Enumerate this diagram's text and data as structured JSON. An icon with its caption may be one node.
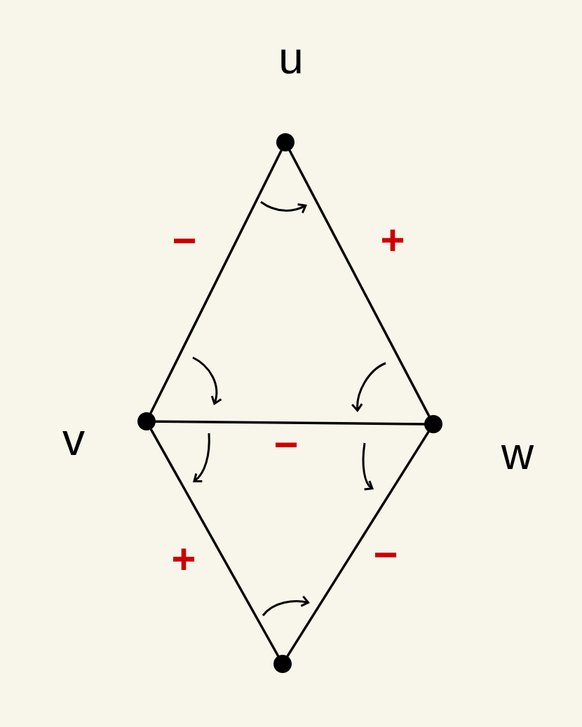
{
  "diagram": {
    "nodes": [
      {
        "text": [],
        "shape": "circle",
        "beside": [
          "u"
        ]
      },
      {
        "text": [],
        "shape": "circle",
        "beside": [
          "v"
        ]
      },
      {
        "text": [],
        "shape": "circle",
        "beside": [
          "w"
        ]
      },
      {
        "text": [],
        "shape": "circle"
      }
    ],
    "edges": [
      {
        "from": 0,
        "to": 1,
        "arrow": "none",
        "label": "−"
      },
      {
        "from": 0,
        "to": 2,
        "arrow": "none",
        "label": "+"
      },
      {
        "from": 1,
        "to": 2,
        "arrow": "none",
        "label": "−"
      },
      {
        "from": 1,
        "to": 3,
        "arrow": "none",
        "label": "+"
      },
      {
        "from": 2,
        "to": 3,
        "arrow": "none",
        "label": "−"
      }
    ]
  }
}
